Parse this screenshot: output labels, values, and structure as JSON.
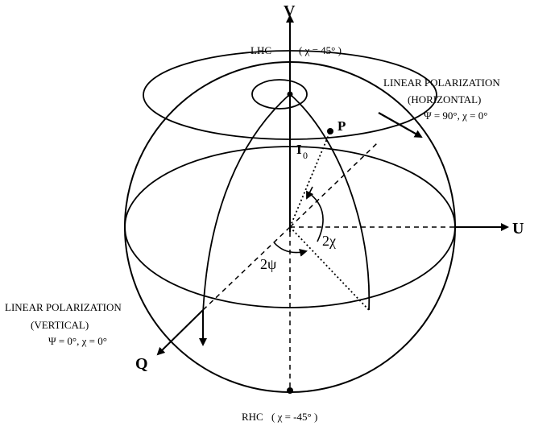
{
  "axes": {
    "v": "V",
    "u": "U",
    "q": "Q"
  },
  "poles": {
    "lhc_name": "LHC",
    "lhc_param": "( χ = 45° )",
    "rhc_name": "RHC",
    "rhc_param": "( χ = -45° )"
  },
  "horizontal": {
    "line1": "LINEAR POLARIZATION",
    "line2": "(HORIZONTAL)",
    "line3": "Ψ = 90°, χ = 0°"
  },
  "vertical": {
    "line1": "LINEAR POLARIZATION",
    "line2": "(VERTICAL)",
    "line3": "Ψ = 0°, χ = 0°"
  },
  "point": {
    "p": "P",
    "i": "I",
    "i_sub": "0"
  },
  "angles": {
    "two_chi": "2χ",
    "two_psi": "2ψ"
  }
}
